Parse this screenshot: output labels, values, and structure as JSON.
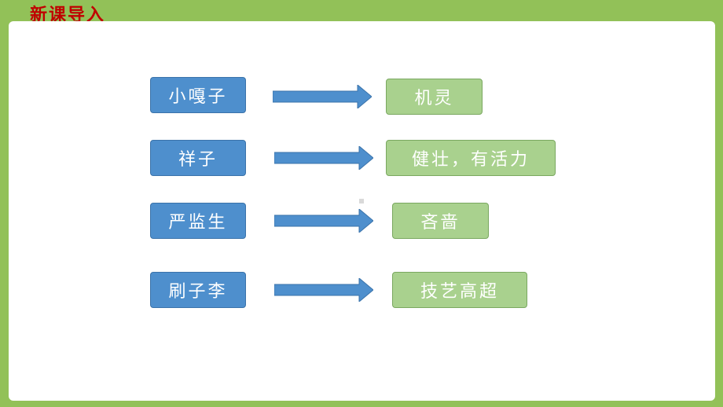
{
  "header": {
    "title": "新课导入"
  },
  "rows": [
    {
      "name": "小嘎子",
      "trait": "机灵"
    },
    {
      "name": "祥子",
      "trait": "健壮，有活力"
    },
    {
      "name": "严监生",
      "trait": "吝啬"
    },
    {
      "name": "刷子李",
      "trait": "技艺高超"
    }
  ],
  "colors": {
    "background": "#92c158",
    "title": "#c00000",
    "name_box": "#4e8fcd",
    "trait_box": "#a9d18e",
    "arrow": "#4e8fcd"
  }
}
